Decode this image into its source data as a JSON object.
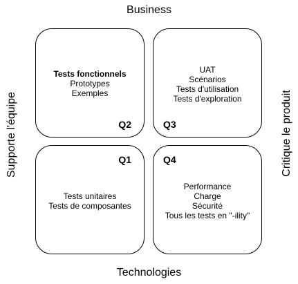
{
  "axes": {
    "top": "Business",
    "bottom": "Technologies",
    "left": "Supporte l'équipe",
    "right": "Critique le produit"
  },
  "quadrants": {
    "q2": {
      "tag": "Q2",
      "title": "Tests fonctionnels",
      "lines": [
        "Prototypes",
        "Exemples"
      ]
    },
    "q3": {
      "tag": "Q3",
      "lines": [
        "UAT",
        "Scénarios",
        "Tests d'utilisation",
        "Tests d'exploration"
      ]
    },
    "q1": {
      "tag": "Q1",
      "lines": [
        "Tests unitaires",
        "Tests de composantes"
      ]
    },
    "q4": {
      "tag": "Q4",
      "lines": [
        "Performance",
        "Charge",
        "Sécurité",
        "Tous les tests en \"-ility\""
      ]
    }
  }
}
